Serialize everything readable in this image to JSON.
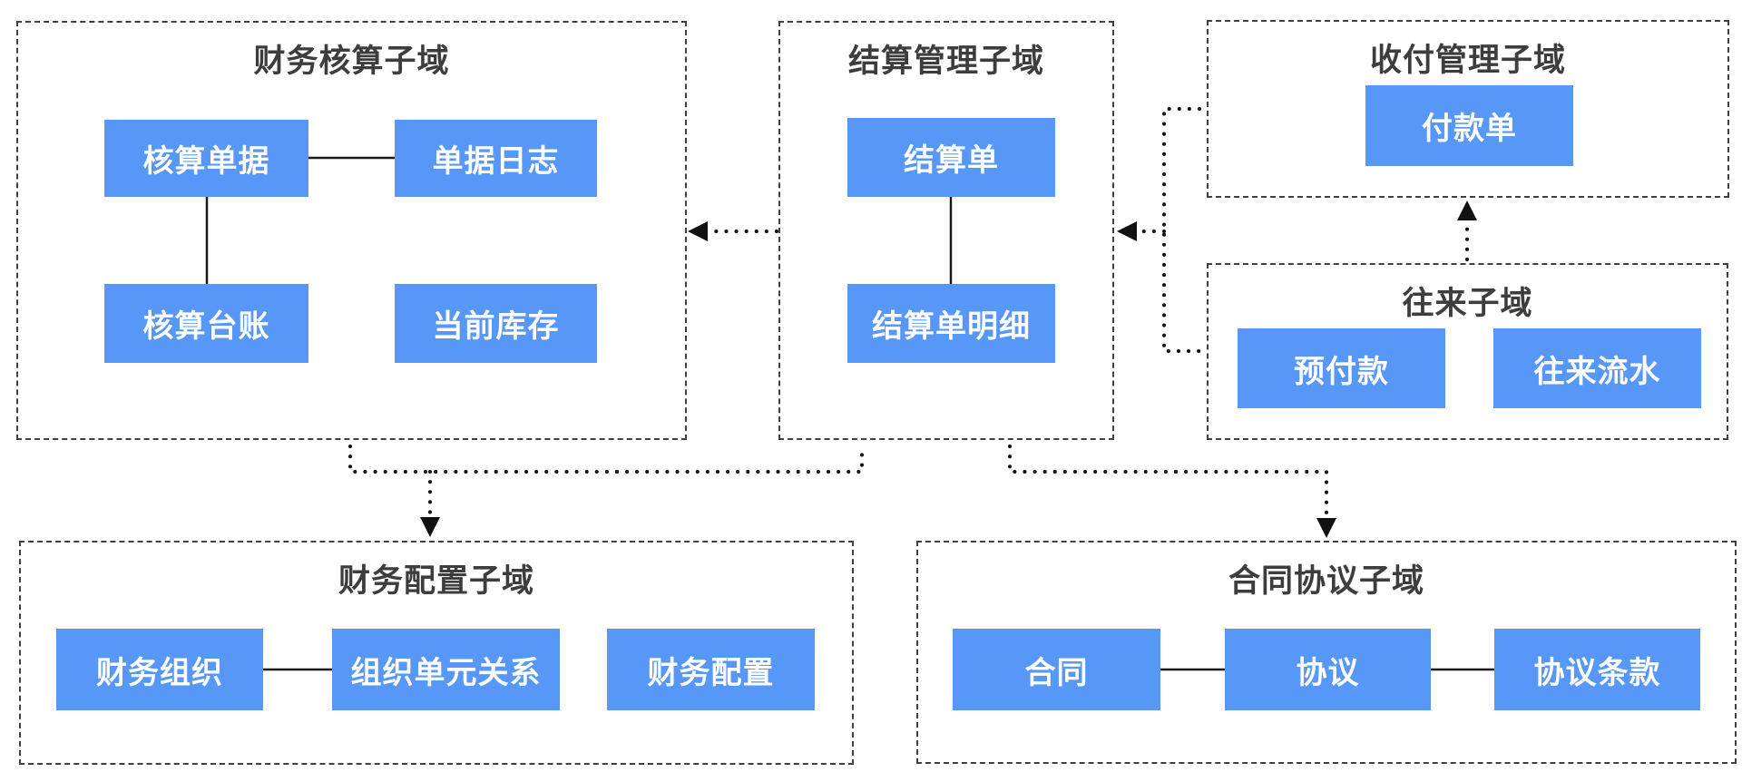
{
  "diagram": {
    "type": "domain-model-diagram",
    "background_color": "#ffffff",
    "entity_fill_color": "#5697f7",
    "entity_text_color": "#ffffff",
    "group_border_color": "#3f3f3f",
    "group_title_color": "#3d3d3d",
    "connector_color": "#111111",
    "groups": [
      {
        "id": "financial-accounting",
        "title": "财务核算子域",
        "entities": [
          "核算单据",
          "单据日志",
          "核算台账",
          "当前库存"
        ]
      },
      {
        "id": "settlement-management",
        "title": "结算管理子域",
        "entities": [
          "结算单",
          "结算单明细"
        ]
      },
      {
        "id": "payment-management",
        "title": "收付管理子域",
        "entities": [
          "付款单"
        ]
      },
      {
        "id": "transactions",
        "title": "往来子域",
        "entities": [
          "预付款",
          "往来流水"
        ]
      },
      {
        "id": "financial-configuration",
        "title": "财务配置子域",
        "entities": [
          "财务组织",
          "组织单元关系",
          "财务配置"
        ]
      },
      {
        "id": "contract-agreement",
        "title": "合同协议子域",
        "entities": [
          "合同",
          "协议",
          "协议条款"
        ]
      }
    ],
    "relations": [
      {
        "from": "核算单据",
        "to": "单据日志",
        "style": "solid-line"
      },
      {
        "from": "核算单据",
        "to": "核算台账",
        "style": "solid-line"
      },
      {
        "from": "结算单",
        "to": "结算单明细",
        "style": "solid-line"
      },
      {
        "from": "财务组织",
        "to": "组织单元关系",
        "style": "solid-line"
      },
      {
        "from": "合同",
        "to": "协议",
        "style": "solid-line"
      },
      {
        "from": "协议",
        "to": "协议条款",
        "style": "solid-line"
      },
      {
        "from": "结算管理子域",
        "to": "财务核算子域",
        "style": "dotted-arrow"
      },
      {
        "from": "收付管理子域",
        "to": "结算管理子域",
        "style": "dotted-arrow"
      },
      {
        "from": "往来子域",
        "to": "结算管理子域",
        "style": "dotted-arrow"
      },
      {
        "from": "往来子域",
        "to": "收付管理子域",
        "style": "dotted-arrow"
      },
      {
        "from": "财务核算子域",
        "to": "财务配置子域",
        "style": "dotted-arrow"
      },
      {
        "from": "结算管理子域",
        "to": "财务配置子域",
        "style": "dotted-arrow"
      },
      {
        "from": "结算管理子域",
        "to": "合同协议子域",
        "style": "dotted-arrow"
      }
    ]
  }
}
